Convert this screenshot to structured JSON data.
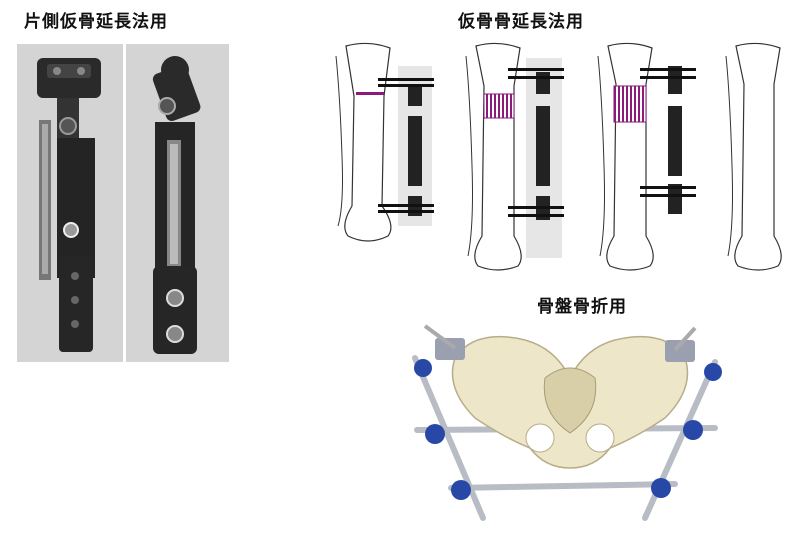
{
  "titles": {
    "unilateral": "片側仮骨延長法用",
    "callus": "仮骨骨延長法用",
    "pelvic": "骨盤骨折用"
  },
  "colors": {
    "photo_bg": "#d4d4d4",
    "fixator_dark": "#222222",
    "distraction_mark": "#8b1a7a",
    "pelvis_bone": "#ede6c8",
    "clamp_blue": "#2848a8",
    "rod_steel": "#b8bcc4"
  },
  "icons": {
    "fixator": "external-fixator-icon",
    "bone": "tibia-bone-icon",
    "pelvis": "pelvis-bone-icon"
  }
}
